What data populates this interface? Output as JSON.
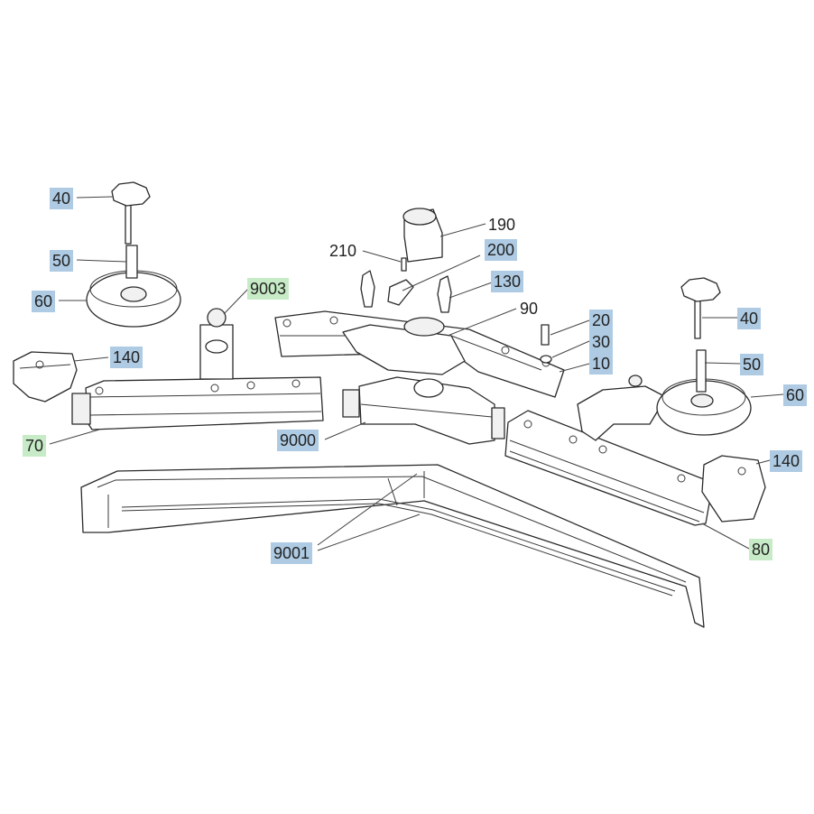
{
  "colors": {
    "blue_label": "#aecbe3",
    "green_label": "#c7ebc6",
    "line": "#2a2a2a",
    "background": "#ffffff"
  },
  "labels": [
    {
      "id": "40-left",
      "text": "40",
      "style": "blue"
    },
    {
      "id": "50-left",
      "text": "50",
      "style": "blue"
    },
    {
      "id": "60-left",
      "text": "60",
      "style": "blue"
    },
    {
      "id": "140-left",
      "text": "140",
      "style": "blue"
    },
    {
      "id": "70",
      "text": "70",
      "style": "green"
    },
    {
      "id": "9003",
      "text": "9003",
      "style": "green"
    },
    {
      "id": "210",
      "text": "210",
      "style": "plain"
    },
    {
      "id": "190",
      "text": "190",
      "style": "plain"
    },
    {
      "id": "200",
      "text": "200",
      "style": "blue"
    },
    {
      "id": "130",
      "text": "130",
      "style": "blue"
    },
    {
      "id": "90",
      "text": "90",
      "style": "plain"
    },
    {
      "id": "20",
      "text": "20",
      "style": "blue"
    },
    {
      "id": "30",
      "text": "30",
      "style": "blue"
    },
    {
      "id": "10",
      "text": "10",
      "style": "blue"
    },
    {
      "id": "9000",
      "text": "9000",
      "style": "blue"
    },
    {
      "id": "40-right",
      "text": "40",
      "style": "blue"
    },
    {
      "id": "50-right",
      "text": "50",
      "style": "blue"
    },
    {
      "id": "60-right",
      "text": "60",
      "style": "blue"
    },
    {
      "id": "140-right",
      "text": "140",
      "style": "blue"
    },
    {
      "id": "80",
      "text": "80",
      "style": "green"
    },
    {
      "id": "9001",
      "text": "9001",
      "style": "blue"
    }
  ]
}
